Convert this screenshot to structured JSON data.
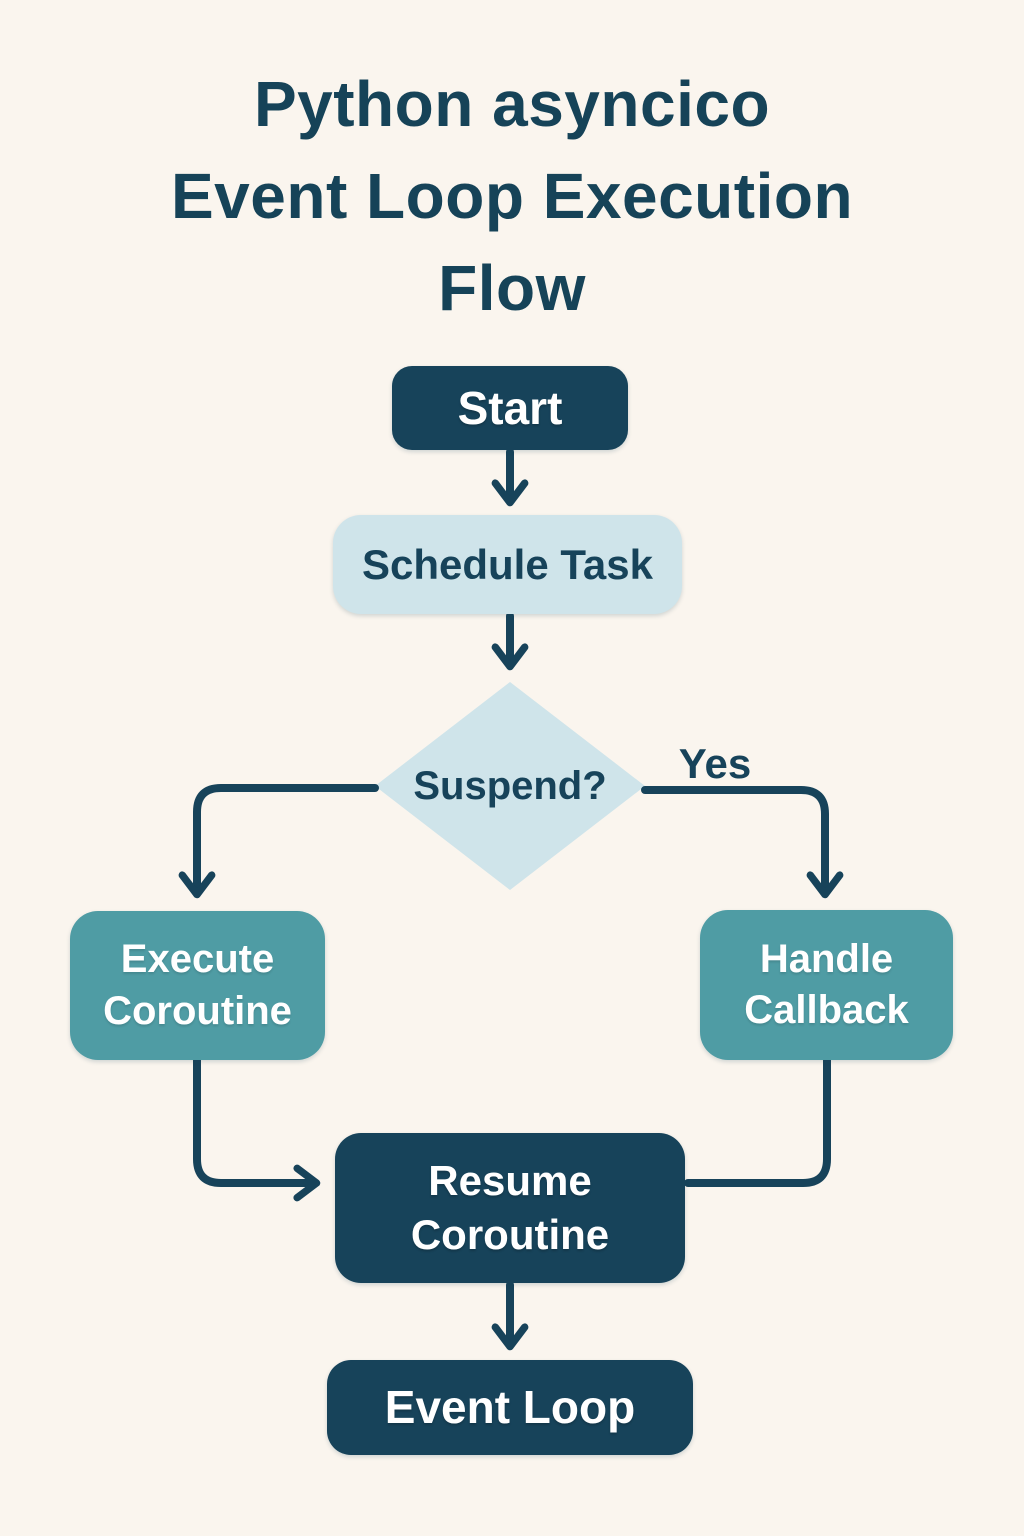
{
  "title": {
    "lines": [
      "Python asyncico",
      "Event Loop Execution",
      "Flow"
    ]
  },
  "nodes": {
    "start": {
      "label": "Start",
      "type": "terminator"
    },
    "schedule_task": {
      "label": "Schedule Task",
      "type": "process"
    },
    "suspend": {
      "label": "Suspend?",
      "type": "decision"
    },
    "execute_coroutine": {
      "label": "Execute Coroutine",
      "type": "process"
    },
    "handle_callback": {
      "label": "Handle Callback",
      "type": "process"
    },
    "resume_coroutine": {
      "label": "Resume Coroutine",
      "type": "process"
    },
    "event_loop": {
      "label": "Event Loop",
      "type": "terminator"
    }
  },
  "edges": {
    "yes_label": "Yes",
    "flow": [
      "start -> schedule_task",
      "schedule_task -> suspend",
      "suspend -> execute_coroutine",
      "suspend -Yes-> handle_callback",
      "execute_coroutine -> resume_coroutine",
      "handle_callback -> resume_coroutine",
      "resume_coroutine -> event_loop"
    ]
  },
  "colors": {
    "background": "#FAF5EE",
    "node_dark": "#17435A",
    "node_light": "#CFE4EA",
    "node_teal": "#4F9CA4",
    "connector": "#17435A",
    "text_on_dark": "#FFFFFF",
    "text_dark": "#17435A",
    "title_text": "#164358"
  }
}
